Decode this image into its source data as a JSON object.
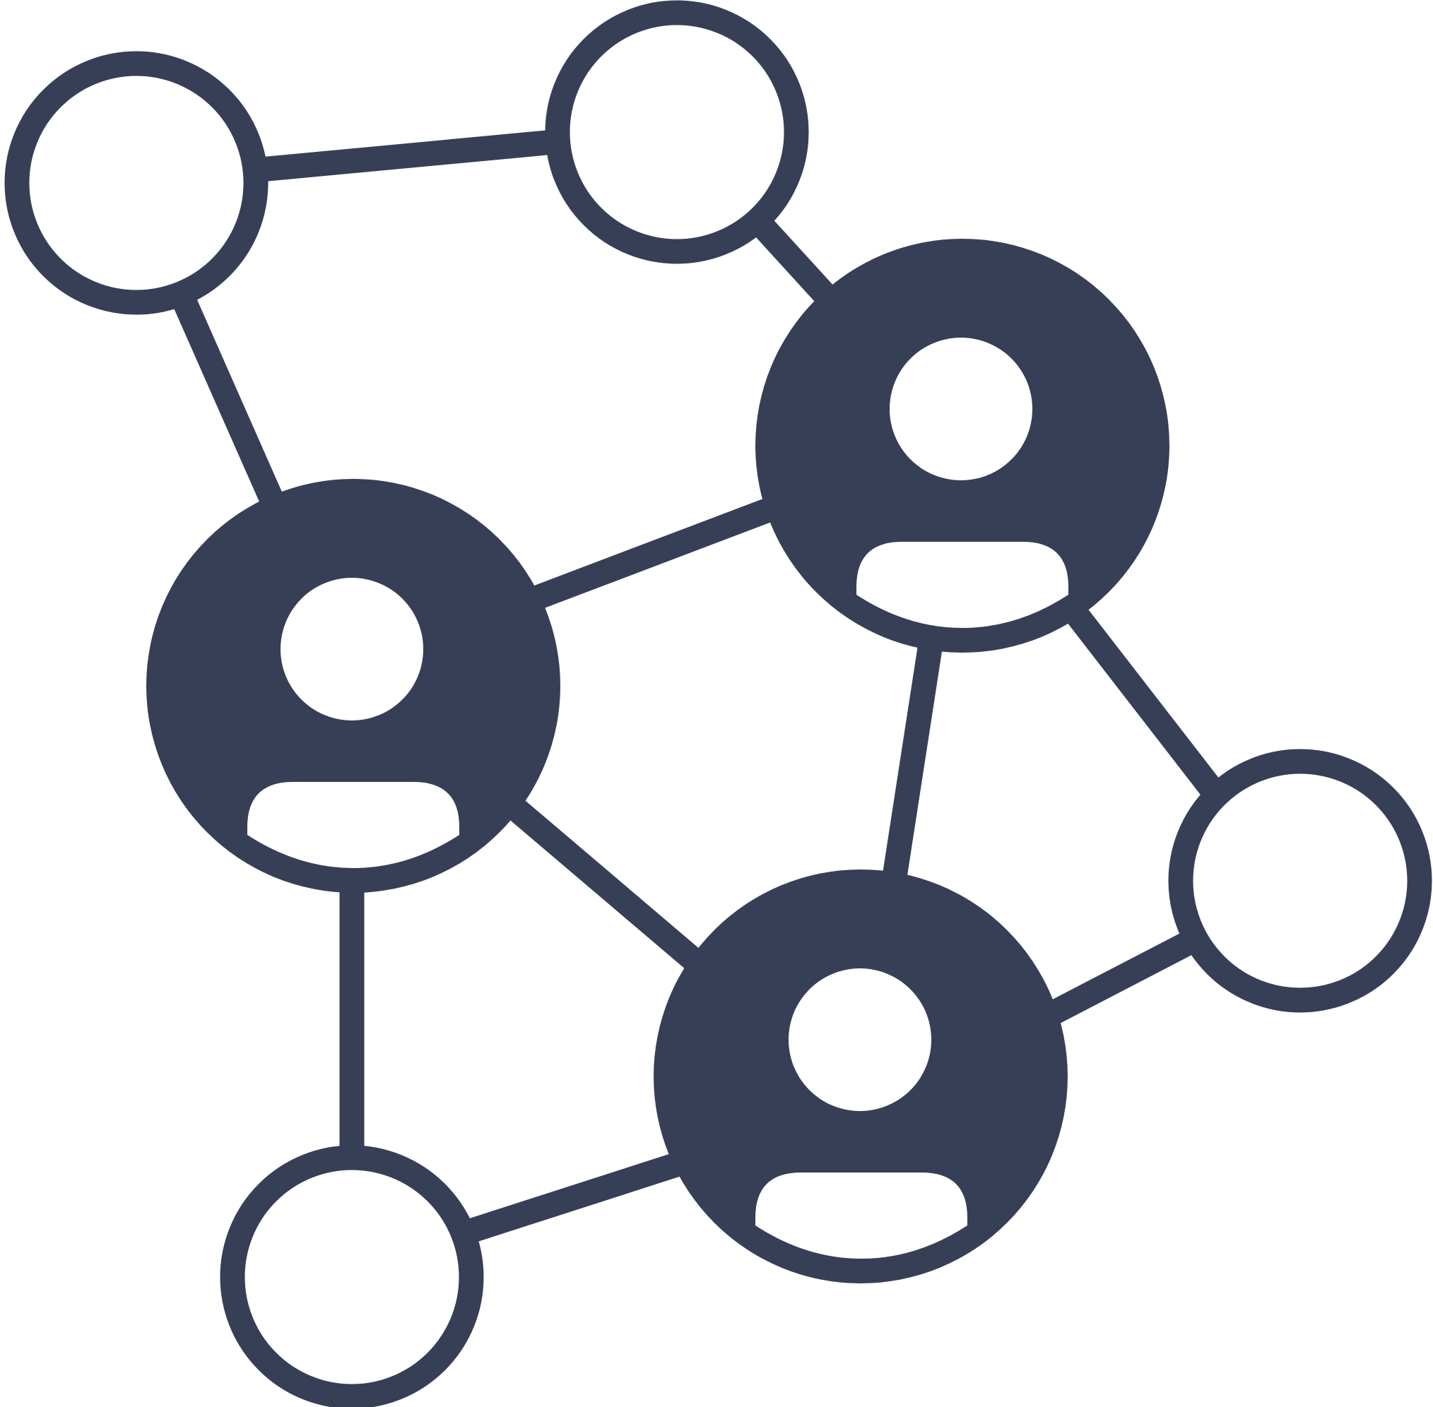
{
  "diagram": {
    "icon": "social-network-icon",
    "colors": {
      "stroke": "#373f57",
      "fill": "#373f57",
      "background": "#ffffff"
    },
    "nodes": [
      {
        "id": "top-left",
        "kind": "empty-node"
      },
      {
        "id": "top-center",
        "kind": "empty-node"
      },
      {
        "id": "upper-right-user",
        "kind": "user-node"
      },
      {
        "id": "left-user",
        "kind": "user-node"
      },
      {
        "id": "right",
        "kind": "empty-node"
      },
      {
        "id": "bottom-user",
        "kind": "user-node"
      },
      {
        "id": "bottom-left",
        "kind": "empty-node"
      }
    ],
    "edges": [
      [
        "top-left",
        "top-center"
      ],
      [
        "top-center",
        "upper-right-user"
      ],
      [
        "top-left",
        "left-user"
      ],
      [
        "left-user",
        "upper-right-user"
      ],
      [
        "upper-right-user",
        "right"
      ],
      [
        "upper-right-user",
        "bottom-user"
      ],
      [
        "left-user",
        "bottom-user"
      ],
      [
        "left-user",
        "bottom-left"
      ],
      [
        "bottom-left",
        "bottom-user"
      ],
      [
        "bottom-user",
        "right"
      ]
    ]
  }
}
